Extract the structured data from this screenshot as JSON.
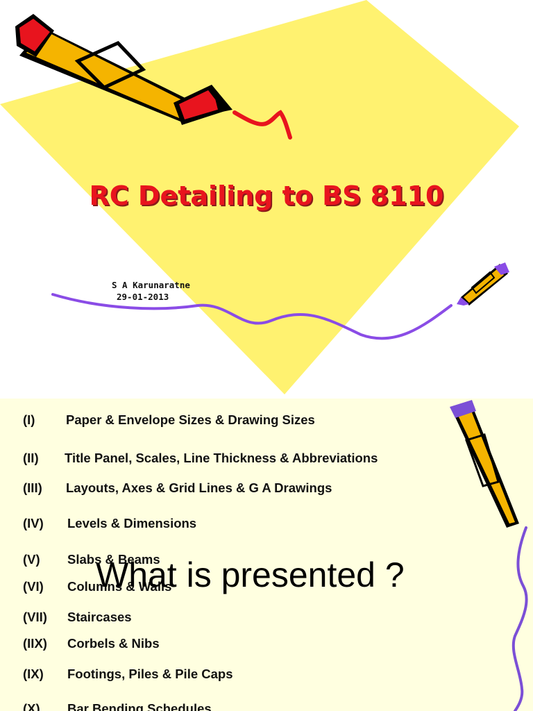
{
  "slide1": {
    "title": "RC Detailing to BS 8110",
    "author": "S A Karunaratne",
    "date": "29-01-2013",
    "icons": [
      "pencil-icon",
      "small-pencil-icon"
    ],
    "colors": {
      "diamond": "#fff270",
      "title": "#e8141e",
      "wave": "#8a4ce6"
    }
  },
  "slide2": {
    "heading": "What is presented ?",
    "items": [
      {
        "num": "(I)",
        "text": "Paper & Envelope Sizes & Drawing Sizes"
      },
      {
        "num": "(II)",
        "text": "Title Panel, Scales, Line Thickness & Abbreviations"
      },
      {
        "num": "(III)",
        "text": "Layouts, Axes & Grid Lines & G A Drawings"
      },
      {
        "num": "(IV)",
        "text": "Levels & Dimensions"
      },
      {
        "num": "(V)",
        "text": "Slabs & Beams"
      },
      {
        "num": "(VI)",
        "text": "Columns & Walls"
      },
      {
        "num": "(VII)",
        "text": "Staircases"
      },
      {
        "num": "(IIX)",
        "text": "Corbels & Nibs"
      },
      {
        "num": "(IX)",
        "text": "Footings, Piles & Pile Caps"
      },
      {
        "num": "(X)",
        "text": "Bar Bending Schedules"
      }
    ],
    "icons": [
      "pencil-icon"
    ],
    "colors": {
      "background": "#ffffe0",
      "wave": "#7b4fd6"
    }
  }
}
